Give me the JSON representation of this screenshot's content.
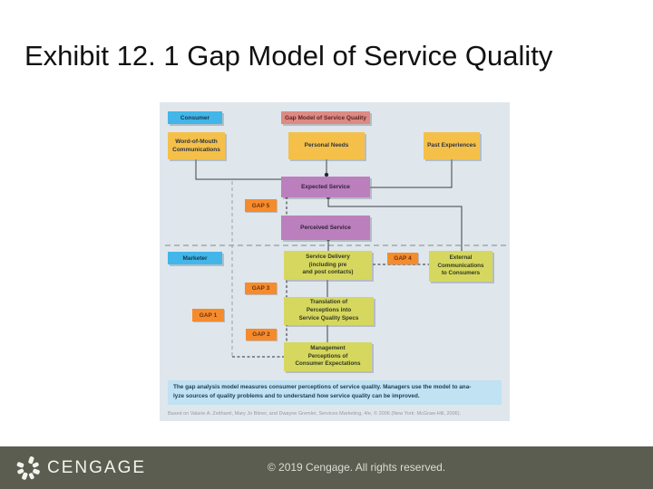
{
  "slide": {
    "title": "Exhibit 12. 1 Gap Model of Service Quality",
    "footer": {
      "logo_text": "CENGAGE",
      "copyright": "© 2019 Cengage. All rights reserved."
    }
  },
  "diagram": {
    "header": "Gap Model of Service Quality",
    "section_labels": {
      "consumer": "Consumer",
      "marketer": "Marketer"
    },
    "nodes": {
      "word_of_mouth": "Word-of-Mouth\nCommunications",
      "personal_needs": "Personal Needs",
      "past_experiences": "Past Experiences",
      "expected_service": "Expected Service",
      "perceived_service": "Perceived Service",
      "service_delivery": "Service Delivery\n(including pre\nand post contacts)",
      "external_communications": "External\nCommunications\nto Consumers",
      "translation": "Translation of\nPerceptions into\nService Quality Specs",
      "management": "Management\nPerceptions of\nConsumer Expectations"
    },
    "gaps": {
      "gap1": "GAP 1",
      "gap2": "GAP 2",
      "gap3": "GAP 3",
      "gap4": "GAP 4",
      "gap5": "GAP 5"
    },
    "caption": "The gap analysis model measures consumer perceptions of service quality. Managers use the model to ana-\nlyze sources of quality problems and to understand how service quality can be improved.",
    "source": "Based on Valarie A. Zeithaml, Mary Jo Bitner, and Dwayne Gremler, Services Marketing, 4/e, © 2006 (New York: McGraw-Hill, 2006).",
    "colors": {
      "panel_bg": "#dfe6ec",
      "section_label_blue": "#42b6e8",
      "header_salmon": "#dd8a84",
      "influence_yellow": "#f4c04a",
      "service_purple": "#bc7fbd",
      "provider_olive": "#d6d75f",
      "gap_orange": "#f68b2c",
      "caption_blue": "#c0e2f3",
      "footer_olive": "#5a5d50"
    }
  }
}
